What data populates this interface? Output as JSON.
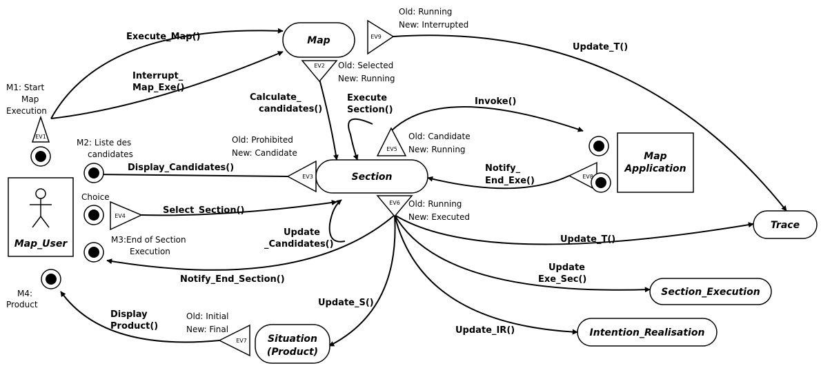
{
  "boxes": {
    "map": "Map",
    "section": "Section",
    "map_application": [
      "Map",
      "Application"
    ],
    "map_user": "Map_User",
    "trace": "Trace",
    "section_execution": "Section_Execution",
    "intention_realisation": "Intention_Realisation",
    "situation": [
      "Situation",
      "(Product)"
    ]
  },
  "events": [
    "EV1",
    "EV2",
    "EV3",
    "EV4",
    "EV5",
    "EV6",
    "EV7",
    "EV8",
    "EV9"
  ],
  "messages": {
    "m1": [
      "M1: Start",
      "Map",
      "Execution"
    ],
    "m2": [
      "M2: Liste des",
      "candidates"
    ],
    "choice": "Choice",
    "m3": [
      "M3:End of Section",
      "Execution"
    ],
    "m4": [
      "M4:",
      "Product"
    ]
  },
  "edges": {
    "execute_map": "Execute_Map()",
    "interrupt_map": [
      "Interrupt_",
      "Map_Exe()"
    ],
    "calculate": [
      "Calculate_",
      "candidates()"
    ],
    "execute_section": [
      "Execute",
      "Section()"
    ],
    "invoke": "Invoke()",
    "notify_end_exe": [
      "Notify_",
      "End_Exe()"
    ],
    "display_candidates": "Display_Candidates()",
    "select_section": "Select_Section()",
    "update_candidates": [
      "Update",
      "_Candidates()"
    ],
    "notify_end_section": "Notify_End_Section()",
    "update_t_top": "Update_T()",
    "update_t_bottom": "Update_T()",
    "update_exe_sec": [
      "Update",
      "Exe_Sec()"
    ],
    "update_s": "Update_S()",
    "update_ir": "Update_IR()",
    "display_product": [
      "Display",
      "Product()"
    ]
  },
  "states": {
    "ev9": [
      "Old: Running",
      "New: Interrupted"
    ],
    "ev2": [
      "Old: Selected",
      "New: Running"
    ],
    "ev3": [
      "Old: Prohibited",
      "New: Candidate"
    ],
    "ev5": [
      "Old: Candidate",
      "New: Running"
    ],
    "ev6": [
      "Old: Running",
      "New: Executed"
    ],
    "ev7": [
      "Old: Initial",
      "New: Final"
    ]
  }
}
